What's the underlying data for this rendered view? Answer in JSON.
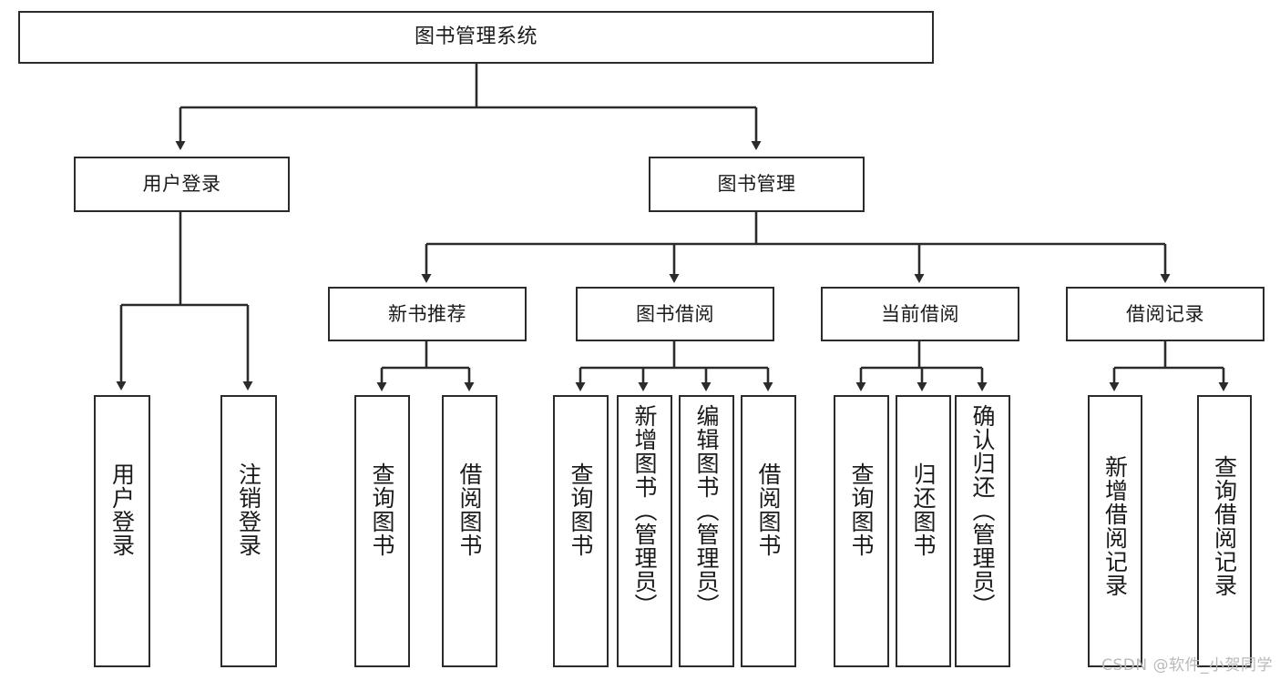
{
  "diagram": {
    "type": "tree-hierarchy-chart",
    "title": "图书管理系统",
    "line_color": "#2b2b2b",
    "box_fill": "#ffffff",
    "text_color": "#1a1a1a",
    "nodes": {
      "root": {
        "label": "图书管理系统"
      },
      "level2": [
        {
          "id": "user-login",
          "label": "用户登录"
        },
        {
          "id": "book-manage",
          "label": "图书管理"
        }
      ],
      "level3": [
        {
          "id": "new-book-recommend",
          "label": "新书推荐"
        },
        {
          "id": "book-borrow",
          "label": "图书借阅"
        },
        {
          "id": "current-borrow",
          "label": "当前借阅"
        },
        {
          "id": "borrow-record",
          "label": "借阅记录"
        }
      ],
      "leaves_user_login": [
        {
          "id": "leaf-user-login",
          "label": "用户登录"
        },
        {
          "id": "leaf-user-logout",
          "label": "注销登录"
        }
      ],
      "leaves_new_book": [
        {
          "id": "leaf-query-book-1",
          "label": "查询图书"
        },
        {
          "id": "leaf-borrow-book-1",
          "label": "借阅图书"
        }
      ],
      "leaves_book_borrow": [
        {
          "id": "leaf-query-book-2",
          "label": "查询图书"
        },
        {
          "id": "leaf-add-book",
          "label": "新增图书（管理员）"
        },
        {
          "id": "leaf-edit-book",
          "label": "编辑图书（管理员）"
        },
        {
          "id": "leaf-borrow-book-2",
          "label": "借阅图书"
        }
      ],
      "leaves_current_borrow": [
        {
          "id": "leaf-query-book-3",
          "label": "查询图书"
        },
        {
          "id": "leaf-return-book",
          "label": "归还图书"
        },
        {
          "id": "leaf-confirm-return",
          "label": "确认归还（管理员）"
        }
      ],
      "leaves_borrow_record": [
        {
          "id": "leaf-add-record",
          "label": "新增借阅记录"
        },
        {
          "id": "leaf-query-record",
          "label": "查询借阅记录"
        }
      ]
    }
  },
  "watermark": {
    "text": "CSDN @软件_小贺同学"
  }
}
